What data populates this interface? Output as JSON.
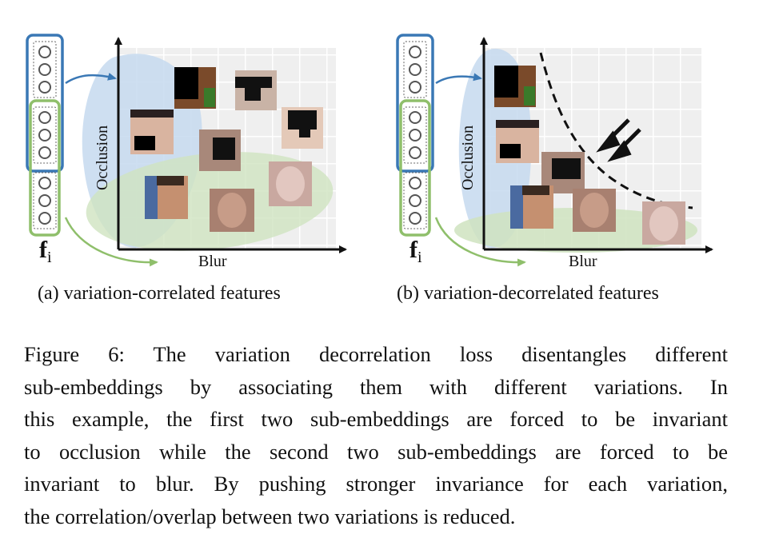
{
  "figure": {
    "number": "Figure 6:",
    "panels": [
      {
        "sub_caption": "(a) variation-correlated features",
        "x_axis_label": "Blur",
        "y_axis_label": "Occlusion",
        "feature_label": "f",
        "feature_subscript": "i",
        "has_decision_curve": false
      },
      {
        "sub_caption": "(b) variation-decorrelated features",
        "x_axis_label": "Blur",
        "y_axis_label": "Occlusion",
        "feature_label": "f",
        "feature_subscript": "i",
        "has_decision_curve": true
      }
    ],
    "caption_lines": [
      "Figure 6: The variation decorrelation loss disentangles different",
      "sub-embeddings by associating them with different variations. In",
      "this example, the first two sub-embeddings are forced to be invariant",
      "to occlusion while the second two sub-embeddings are forced to be",
      "invariant to blur. By pushing stronger invariance for each variation,",
      "the correlation/overlap between two variations is reduced."
    ]
  },
  "colors": {
    "occlusion_group": "#3a78b5",
    "blur_group": "#8fbf6b",
    "occlusion_region": "#c5d9ee",
    "blur_region": "#cfe3c0",
    "grid_bg": "#ececec",
    "axis": "#111111"
  },
  "icons": {
    "feature_unit": "circle-node-icon",
    "push_direction": "double-arrow-icon",
    "face_thumbnail": "face-photo-icon"
  }
}
